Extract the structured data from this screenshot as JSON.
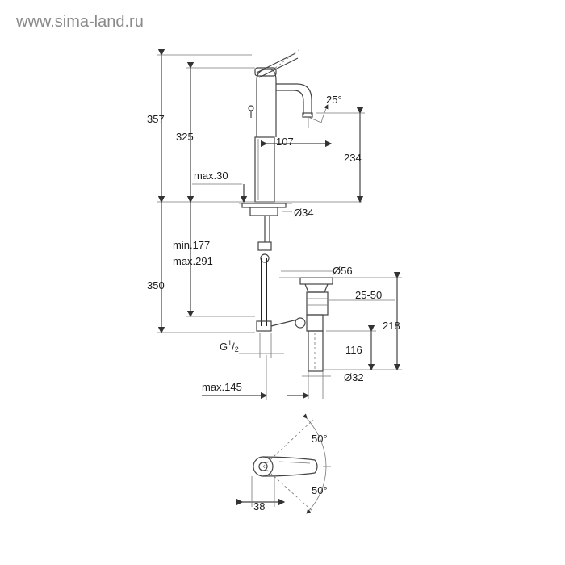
{
  "watermark": "www.sima-land.ru",
  "dimensions": {
    "h357": "357",
    "h325": "325",
    "spout_reach": "107",
    "spout_angle": "25°",
    "h234": "234",
    "max30": "max.30",
    "dia34": "Ø34",
    "min177": "min.177",
    "max291": "max.291",
    "h350": "350",
    "dia56": "Ø56",
    "r25_50": "25-50",
    "h218": "218",
    "g_thread": "G",
    "g_num": "1",
    "g_den": "2",
    "h116": "116",
    "dia32": "Ø32",
    "max145": "max.145",
    "angle_top": "50°",
    "angle_bottom": "50°",
    "w38": "38"
  }
}
